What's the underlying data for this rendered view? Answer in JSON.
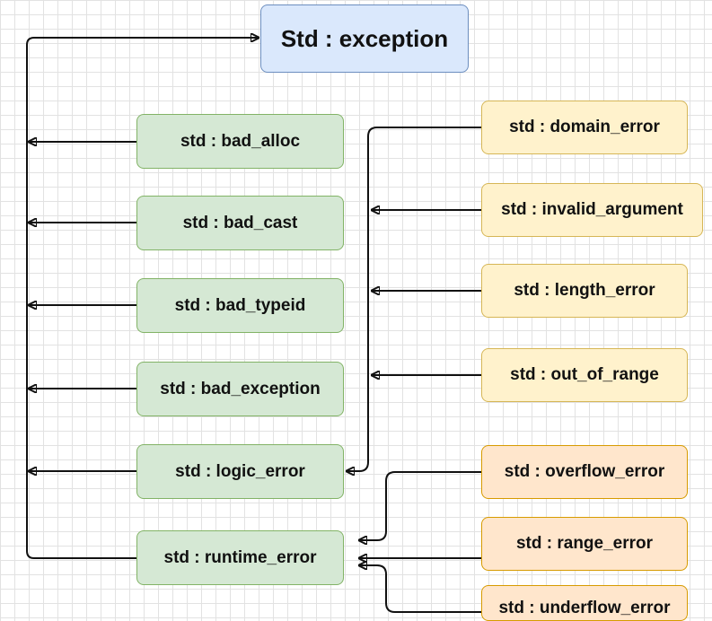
{
  "diagram": {
    "root": {
      "label": "Std : exception"
    },
    "left_nodes": [
      {
        "label": "std : bad_alloc"
      },
      {
        "label": "std : bad_cast"
      },
      {
        "label": "std : bad_typeid"
      },
      {
        "label": "std : bad_exception"
      },
      {
        "label": "std : logic_error"
      },
      {
        "label": "std : runtime_error"
      }
    ],
    "logic_children": [
      {
        "label": "std : domain_error"
      },
      {
        "label": "std : invalid_argument"
      },
      {
        "label": "std : length_error"
      },
      {
        "label": "std : out_of_range"
      }
    ],
    "runtime_children": [
      {
        "label": "std : overflow_error"
      },
      {
        "label": "std : range_error"
      },
      {
        "label": "std : underflow_error"
      }
    ],
    "colors": {
      "root_fill": "#dae8fc",
      "left_fill": "#d5e8d4",
      "logic_child_fill": "#fff2cc",
      "runtime_child_fill": "#ffe6cc",
      "edge": "#111111"
    }
  }
}
